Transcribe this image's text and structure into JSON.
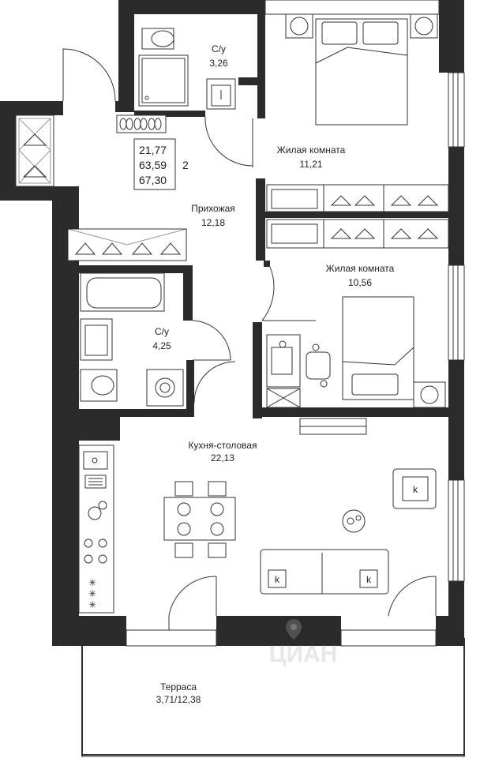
{
  "apartment": {
    "living_area": "21,77",
    "total_area": "63,59",
    "total_with_terrace": "67,30",
    "rooms_count": "2"
  },
  "rooms": [
    {
      "id": "bath-top",
      "name": "С/у",
      "area": "3,26"
    },
    {
      "id": "bedroom-1",
      "name": "Жилая комната",
      "area": "11,21"
    },
    {
      "id": "hallway",
      "name": "Прихожая",
      "area": "12,18"
    },
    {
      "id": "bedroom-2",
      "name": "Жилая комната",
      "area": "10,56"
    },
    {
      "id": "bath-mid",
      "name": "С/у",
      "area": "4,25"
    },
    {
      "id": "kitchen",
      "name": "Кухня-столовая",
      "area": "22,13"
    },
    {
      "id": "terrace",
      "name": "Терраса",
      "area": "3,71/12,38"
    }
  ],
  "watermark": "ЦИАН",
  "colors": {
    "wall": "#2b2b2b",
    "line": "#333333",
    "background": "#ffffff"
  }
}
